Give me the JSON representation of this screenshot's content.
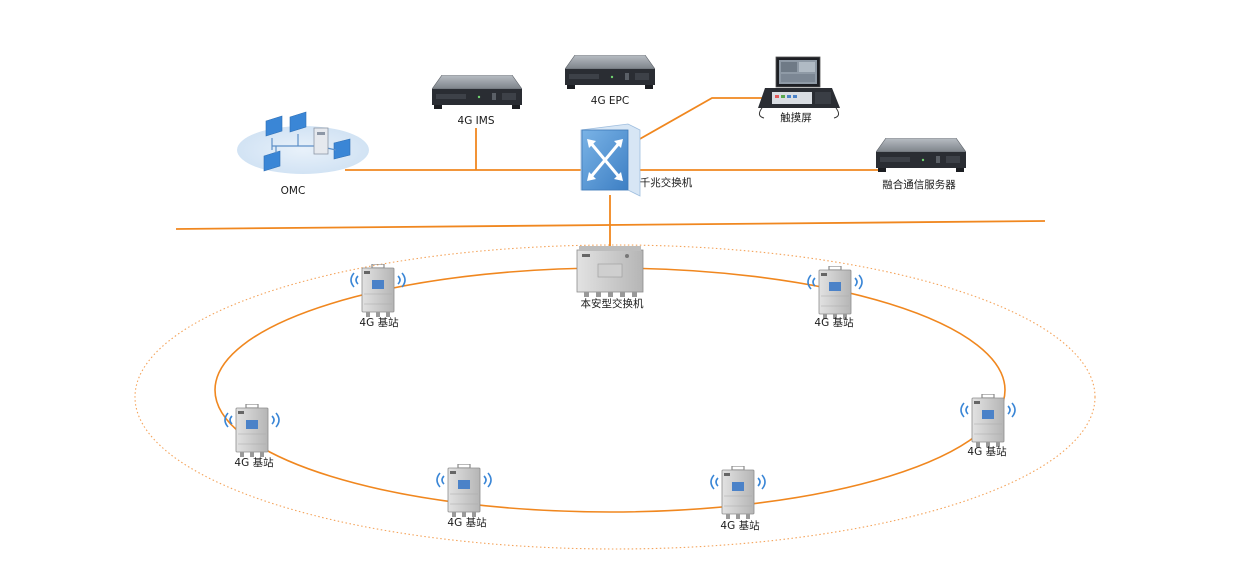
{
  "colors": {
    "link_line": "#f0871f",
    "ring_dotted": "#f4a35a",
    "server_dark": "#2a2d33",
    "switch_blue": "#5b9bd5",
    "station_gray": "#c9c9c9",
    "signal_blue": "#3a86d6",
    "omc_cloud": "#dce9f6"
  },
  "core_network": {
    "omc": {
      "label": "OMC",
      "icon": "omc-workstation-cluster-icon"
    },
    "ims": {
      "label": "4G IMS",
      "icon": "rack-server-icon"
    },
    "epc": {
      "label": "4G EPC",
      "icon": "rack-server-icon"
    },
    "touchscreen": {
      "label": "触摸屏",
      "icon": "touchscreen-console-icon"
    },
    "gigabit_switch": {
      "label": "千兆交换机",
      "icon": "network-switch-icon"
    },
    "convergence_server": {
      "label": "融合通信服务器",
      "icon": "rack-server-icon"
    }
  },
  "ring_network": {
    "intrinsic_switch": {
      "label": "本安型交换机",
      "icon": "intrinsically-safe-switch-icon"
    },
    "base_stations": [
      {
        "label": "4G 基站",
        "icon": "base-station-icon"
      },
      {
        "label": "4G 基站",
        "icon": "base-station-icon"
      },
      {
        "label": "4G 基站",
        "icon": "base-station-icon"
      },
      {
        "label": "4G 基站",
        "icon": "base-station-icon"
      },
      {
        "label": "4G 基站",
        "icon": "base-station-icon"
      },
      {
        "label": "4G 基站",
        "icon": "base-station-icon"
      }
    ]
  }
}
